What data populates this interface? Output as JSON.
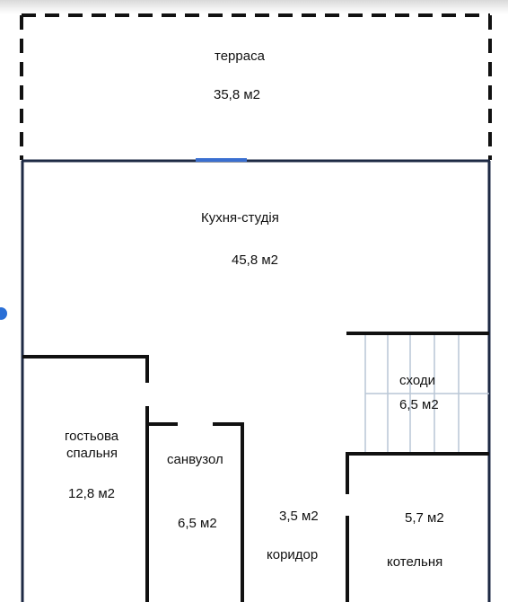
{
  "rooms": {
    "terrace": {
      "name": "терраса",
      "area": "35,8 м2"
    },
    "kitchen": {
      "name": "Кухня-студія",
      "area": "45,8 м2"
    },
    "stairs": {
      "name": "сходи",
      "area": "6,5 м2"
    },
    "guest_bedroom": {
      "name_line1": "гостьова",
      "name_line2": "спальня",
      "area": "12,8 м2"
    },
    "bathroom": {
      "name": "санвузол",
      "area": "6,5 м2"
    },
    "corridor": {
      "name": "коридор",
      "area": "3,5 м2"
    },
    "boiler_room": {
      "name": "котельня",
      "area": "5,7 м2"
    }
  },
  "colors": {
    "wall": "#111111",
    "wall_outline": "#1e2a44",
    "door_accent": "#3a6fd0",
    "stair_lines": "#b9c6d6",
    "marker_dot": "#2a6fd6"
  }
}
